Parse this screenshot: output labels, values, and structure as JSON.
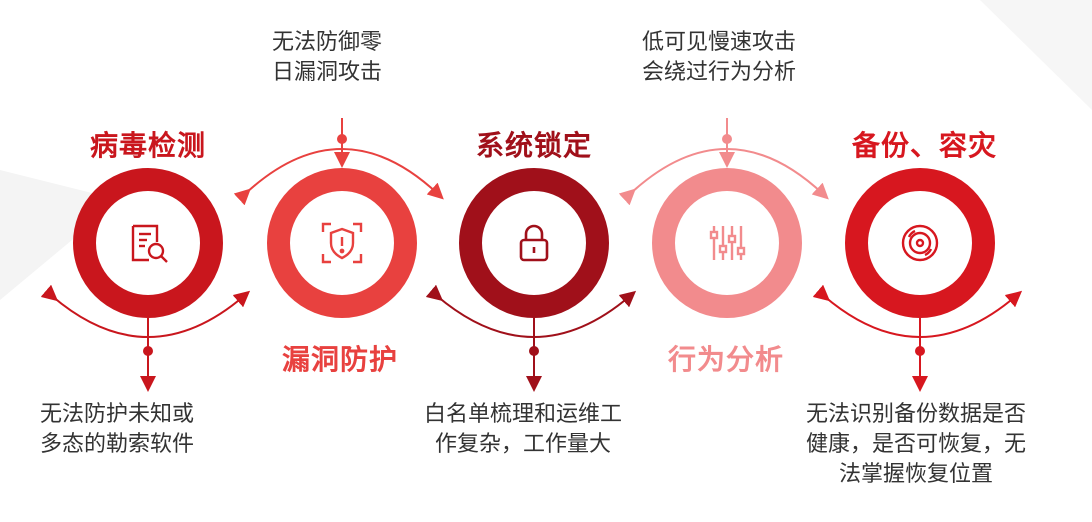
{
  "colors": {
    "c1": "#c9161d",
    "c2": "#e8413f",
    "c3": "#a0101a",
    "c4": "#f28b8d",
    "c5": "#d7171f",
    "text": "#333333"
  },
  "items": [
    {
      "title": "病毒检测",
      "icon": "document-search-icon",
      "desc": [
        "无法防护未知或",
        "多态的勒索软件"
      ]
    },
    {
      "title": "漏洞防护",
      "icon": "shield-alert-icon",
      "desc": [
        "无法防御零",
        "日漏洞攻击"
      ]
    },
    {
      "title": "系统锁定",
      "icon": "lock-icon",
      "desc": [
        "白名单梳理和运维工",
        "作复杂，工作量大"
      ]
    },
    {
      "title": "行为分析",
      "icon": "sliders-icon",
      "desc": [
        "低可见慢速攻击",
        "会绕过行为分析"
      ]
    },
    {
      "title": "备份、容灾",
      "icon": "disc-icon",
      "desc": [
        "无法识别备份数据是否",
        "健康，是否可恢复，无",
        "法掌握恢复位置"
      ]
    }
  ]
}
